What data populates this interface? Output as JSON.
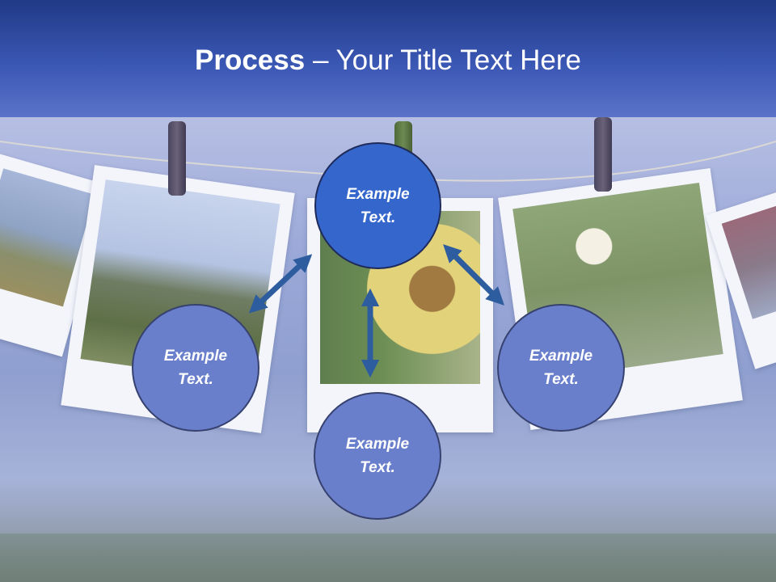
{
  "slide": {
    "title_bold": "Process",
    "title_rest": " – Your Title Text Here"
  },
  "nodes": {
    "top": "Example Text.",
    "left": "Example Text.",
    "right": "Example Text.",
    "bottom": "Example Text."
  },
  "colors": {
    "header_top": "#213a86",
    "header_bottom": "#5b73c9",
    "main_node": "#3566cc",
    "sub_node": "#6a7fcb",
    "arrow": "#2e5d9f"
  }
}
